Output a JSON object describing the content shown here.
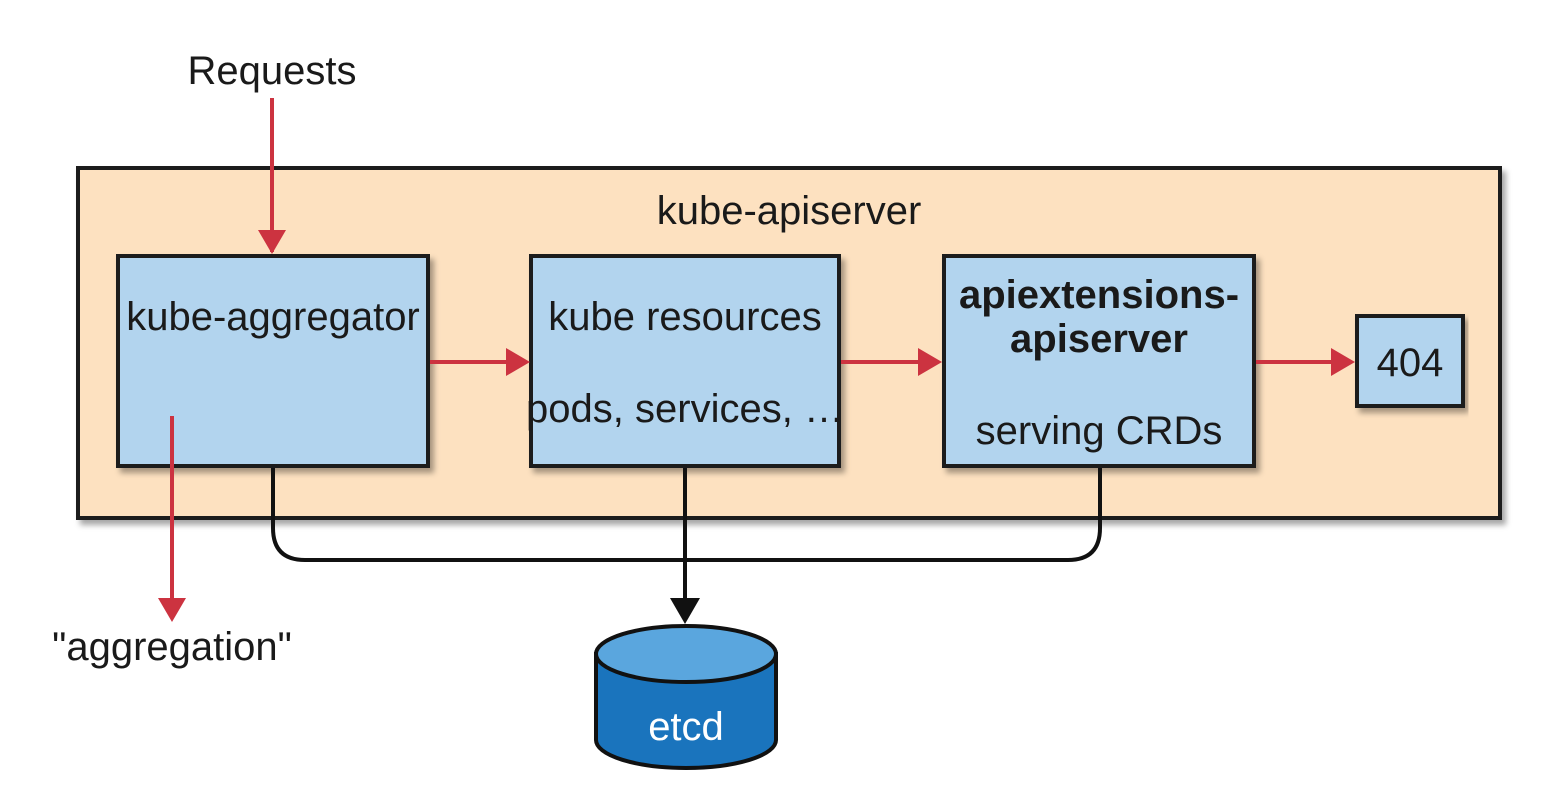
{
  "requests_label": "Requests",
  "aggregation_label": "\"aggregation\"",
  "server": {
    "title": "kube-apiserver",
    "aggregator": {
      "title": "kube-aggregator"
    },
    "resources": {
      "title": "kube resources",
      "detail": "pods, services, …"
    },
    "apiextensions": {
      "title_line1": "apiextensions-",
      "title_line2": "apiserver",
      "detail": "serving CRDs"
    },
    "not_found": {
      "label": "404"
    }
  },
  "storage": {
    "label": "etcd"
  },
  "colors": {
    "server_fill": "#fde1c0",
    "box_fill": "#b2d4ee",
    "etcd_fill": "#1a74bd",
    "etcd_top": "#5aa6de",
    "request_arrow": "#cc3340",
    "storage_line": "#111111"
  }
}
